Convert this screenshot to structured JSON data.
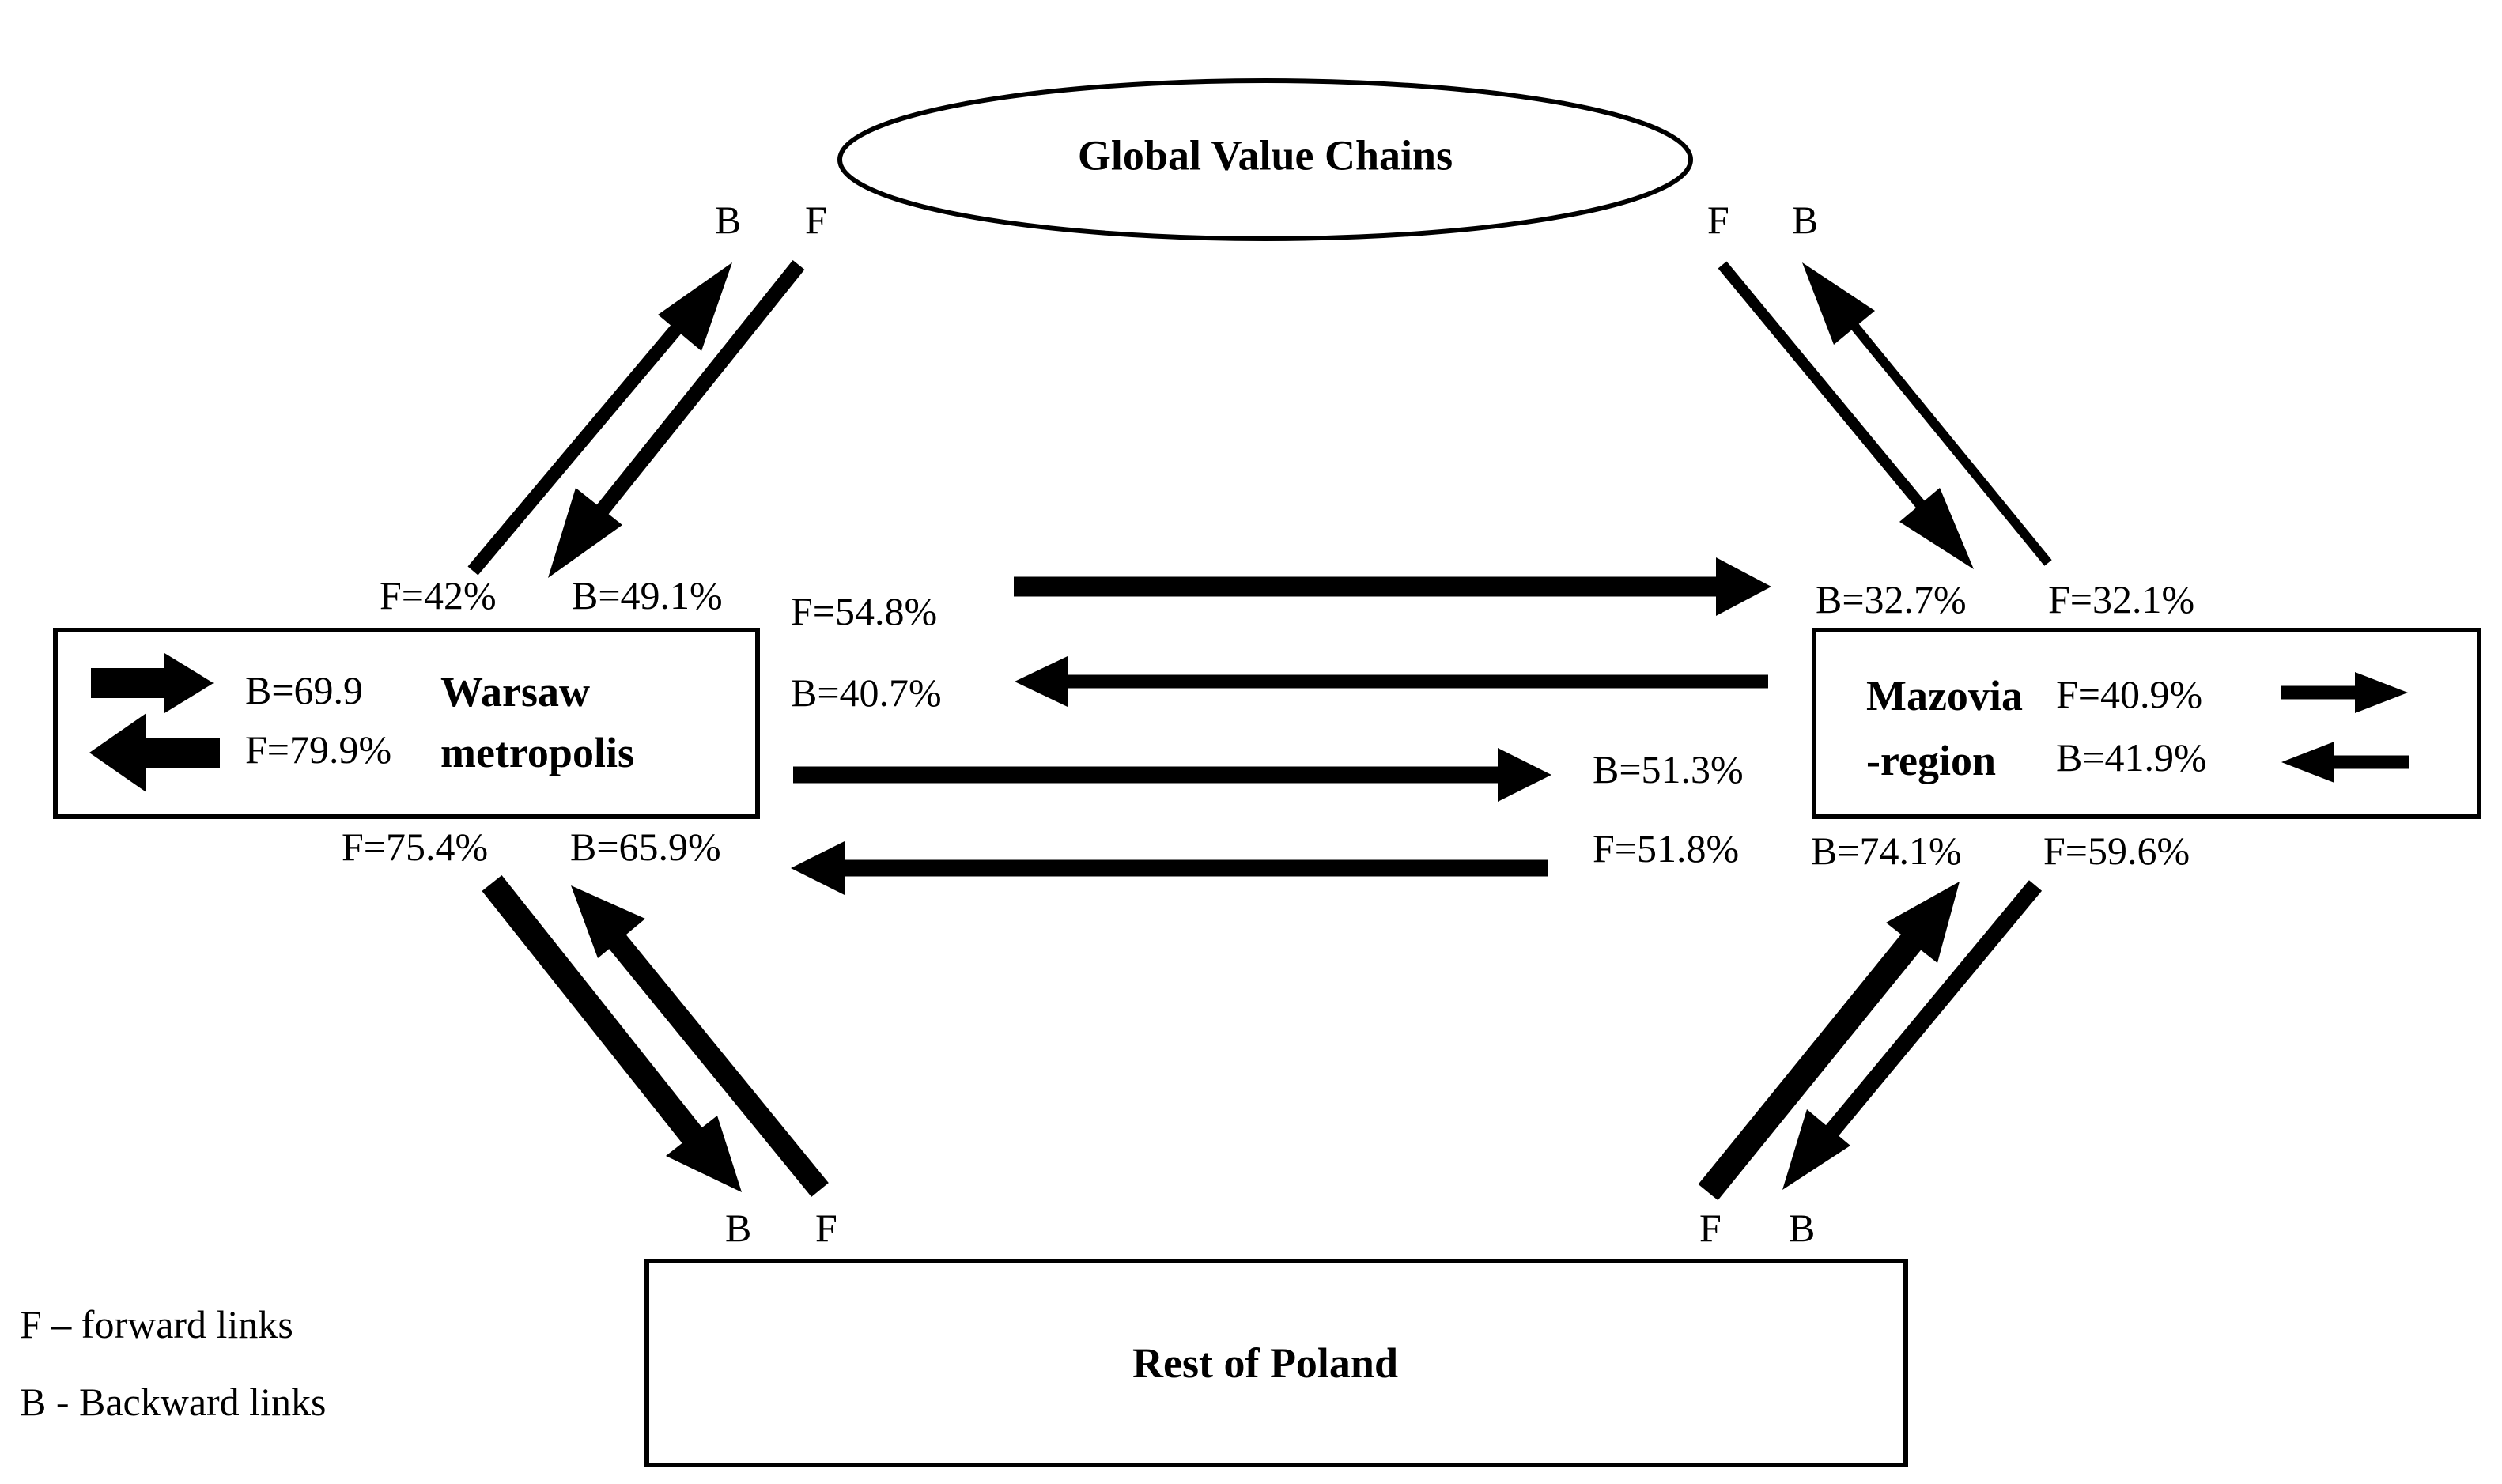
{
  "nodes": {
    "gvc": "Global Value Chains",
    "warsaw_line1": "Warsaw",
    "warsaw_line2": "metropolis",
    "mazovia_line1": "Mazovia",
    "mazovia_line2": "-region",
    "rest": "Rest of Poland"
  },
  "port_letters": {
    "gvc_left_b": "B",
    "gvc_left_f": "F",
    "gvc_right_f": "F",
    "gvc_right_b": "B",
    "rest_left_b": "B",
    "rest_left_f": "F",
    "rest_right_f": "F",
    "rest_right_b": "B"
  },
  "values": {
    "warsaw_gvc_f": "F=42%",
    "warsaw_gvc_b": "B=49.1%",
    "mazovia_gvc_b": "B=32.7%",
    "mazovia_gvc_f": "F=32.1%",
    "warsaw_to_mazovia_f": "F=54.8%",
    "warsaw_to_mazovia_b": "B=40.7%",
    "mazovia_to_warsaw_b": "B=51.3%",
    "mazovia_to_warsaw_f": "F=51.8%",
    "warsaw_internal_b": "B=69.9",
    "warsaw_internal_f": "F=79.9%",
    "mazovia_internal_f": "F=40.9%",
    "mazovia_internal_b": "B=41.9%",
    "warsaw_rest_f": "F=75.4%",
    "warsaw_rest_b": "B=65.9%",
    "mazovia_rest_b": "B=74.1%",
    "mazovia_rest_f": "F=59.6%"
  },
  "legend": {
    "f": "F – forward links",
    "b": "B - Backward links"
  },
  "colors": {
    "ink": "#000000",
    "background": "#ffffff"
  }
}
